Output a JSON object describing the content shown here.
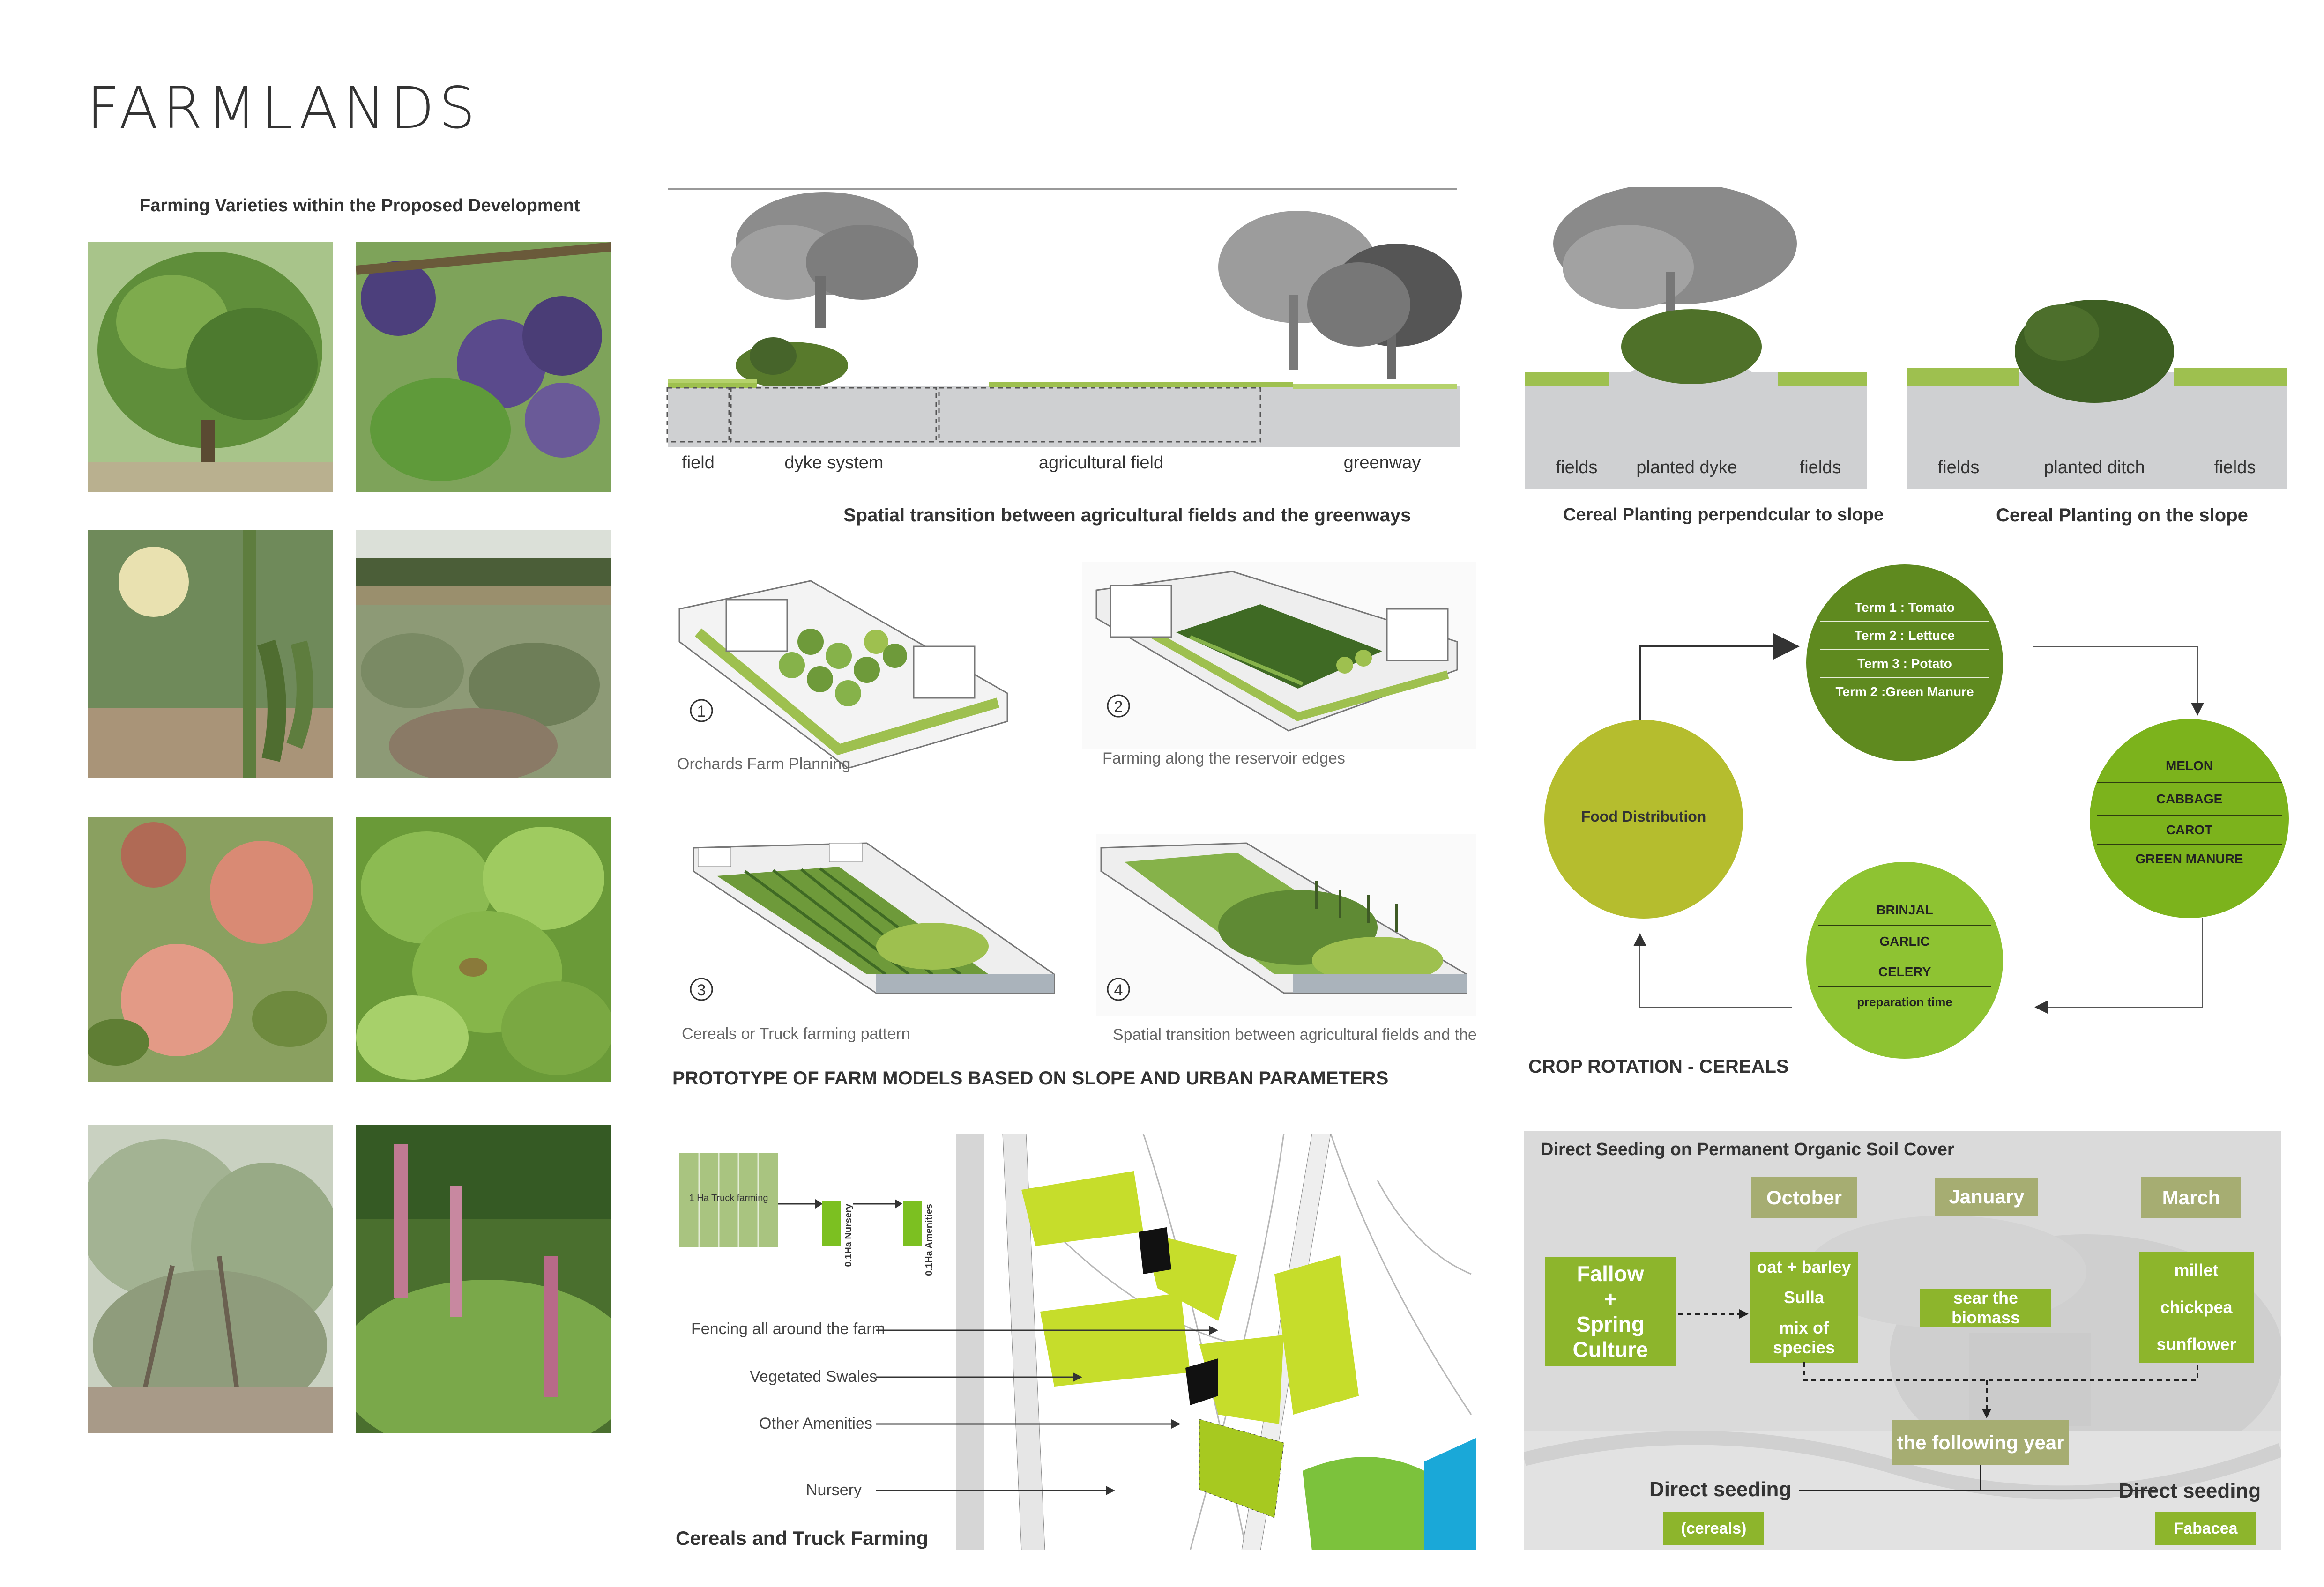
{
  "page_title": "FARMLANDS",
  "varieties_title": "Farming Varieties within the Proposed Development",
  "photos": [
    {
      "name": "orchard-tree-photo",
      "color": "#6f9a48"
    },
    {
      "name": "plums-photo",
      "color": "#5b4a86"
    },
    {
      "name": "okra-photo",
      "color": "#7d9460"
    },
    {
      "name": "cabbage-field-photo",
      "color": "#8d9a76"
    },
    {
      "name": "peaches-photo",
      "color": "#c98a77"
    },
    {
      "name": "mint-photo",
      "color": "#86b04a"
    },
    {
      "name": "fruit-tree-photo",
      "color": "#9fae8f"
    },
    {
      "name": "foxglove-photo",
      "color": "#6e9a4a"
    }
  ],
  "section1": {
    "labels": [
      "field",
      "dyke system",
      "agricultural field",
      "greenway"
    ],
    "caption": "Spatial  transition between agricultural fields and the greenways"
  },
  "section2": {
    "labels": [
      "fields",
      "planted dyke",
      "fields"
    ],
    "caption": "Cereal Planting perpendcular to slope"
  },
  "section3": {
    "labels": [
      "fields",
      "planted ditch",
      "fields"
    ],
    "caption": "Cereal Planting on the slope"
  },
  "prototypes": {
    "items": [
      {
        "num": "1",
        "label": "Orchards Farm Planning"
      },
      {
        "num": "2",
        "label": "Farming along the reservoir edges"
      },
      {
        "num": "3",
        "label": "Cereals or Truck farming pattern"
      },
      {
        "num": "4",
        "label": "Spatial  transition between agricultural fields and the"
      }
    ],
    "heading": "PROTOTYPE OF FARM MODELS BASED ON SLOPE AND URBAN PARAMETERS"
  },
  "crop_rotation": {
    "heading": "CROP ROTATION - CEREALS",
    "food": "Food Distribution",
    "top": [
      "Term 1 : Tomato",
      "Term 2 : Lettuce",
      "Term 3 : Potato",
      "Term 2 :Green Manure"
    ],
    "right": [
      "MELON",
      "CABBAGE",
      "CAROT",
      "GREEN MANURE"
    ],
    "bottom": [
      "BRINJAL",
      "GARLIC",
      "CELERY",
      "preparation time"
    ]
  },
  "truck_farming": {
    "box_label": "1 Ha Truck farming",
    "nursery": "0.1Ha Nursery",
    "amenities": "0.1Ha Amenities",
    "callouts": [
      "Fencing all around the farm",
      "Vegetated Swales",
      "Other Amenities",
      "Nursery"
    ],
    "heading": "Cereals and Truck Farming"
  },
  "direct_seeding": {
    "title": "Direct Seeding on Permanent Organic Soil Cover",
    "months": [
      "October",
      "January",
      "March"
    ],
    "fallow": [
      "Fallow",
      "+",
      "Spring Culture"
    ],
    "october": [
      "oat + barley",
      "Sulla",
      "mix of species"
    ],
    "january": "sear the biomass",
    "march": [
      "millet",
      "chickpea",
      "sunflower"
    ],
    "following": "the following year",
    "left_label": "Direct seeding",
    "left_sub": "(cereals)",
    "right_label": "Direct seeding",
    "right_sub": "Fabacea"
  }
}
